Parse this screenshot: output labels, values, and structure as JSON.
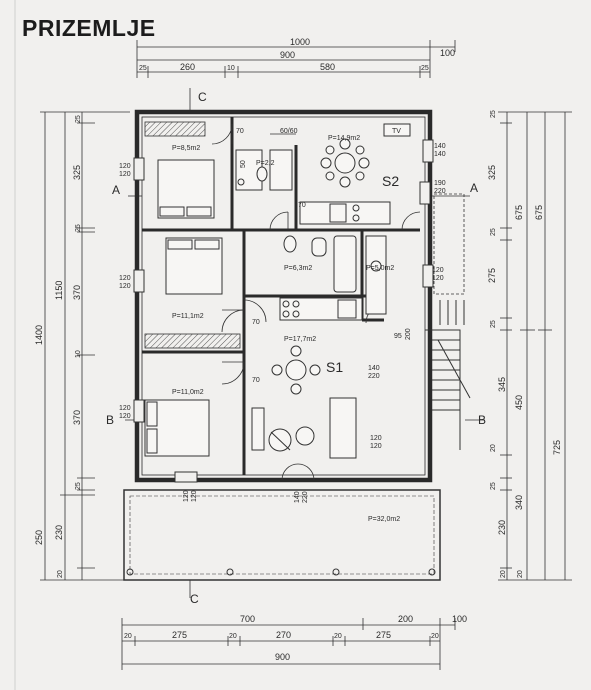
{
  "title": "PRIZEMLJE",
  "sections": {
    "a": "A",
    "b": "B",
    "c": "C",
    "s1": "S1",
    "s2": "S2"
  },
  "dims_top": {
    "total1": "1000",
    "total2": "900",
    "ext": "100",
    "d25a": "25",
    "d260": "260",
    "d10": "10",
    "d580": "580",
    "d25b": "25"
  },
  "dims_bottom": {
    "d700": "700",
    "d200": "200",
    "d100": "100",
    "d20a": "20",
    "d275a": "275",
    "d20b": "20",
    "d270": "270",
    "d20c": "20",
    "d275b": "275",
    "d20d": "20",
    "total": "900"
  },
  "dims_left": {
    "d1400": "1400",
    "d1150": "1150",
    "d250": "250",
    "d25a": "25",
    "d325": "325",
    "d25b": "25",
    "d370a": "370",
    "d10": "10",
    "d370b": "370",
    "d25c": "25",
    "d230": "230",
    "d20": "20"
  },
  "dims_right": {
    "d25a": "25",
    "d325": "325",
    "d675a": "675",
    "d675b": "675",
    "d25b": "25",
    "d275": "275",
    "d25c": "25",
    "d450": "450",
    "d345": "345",
    "d725": "725",
    "d20a": "20",
    "d25d": "25",
    "d340": "340",
    "d230": "230",
    "d20b": "20",
    "d20c": "20"
  },
  "rooms": {
    "bed1": "P=8,5m2",
    "s2": "P=14,9m2",
    "wc": "P=2,2",
    "bath": "P=6,3m2",
    "util": "P=5,0m2",
    "bed2": "P=11,1m2",
    "hall": "P=17,7m2",
    "bed3": "P=11,0m2",
    "terrace": "P=32,0m2"
  },
  "openings": {
    "w1": "120",
    "w1b": "120",
    "d70a": "70",
    "d70b": "70",
    "d70c": "70",
    "d70d": "70",
    "w2": "120",
    "w2b": "120",
    "w3": "120",
    "w3b": "120",
    "w4": "120",
    "w4b": "120",
    "w5": "120",
    "w5b": "120",
    "w6": "120",
    "w6b": "120",
    "k1": "140",
    "k1b": "140",
    "k2": "190",
    "k2b": "220",
    "k3": "140",
    "k3b": "220",
    "k4": "140",
    "k4b": "220",
    "d95": "95",
    "d200": "200",
    "d50": "50",
    "d60": "60/60",
    "tv": "TV"
  },
  "colors": {
    "wall": "#2a2a2a",
    "line": "#3a3a3a",
    "paper": "#f1f0ee"
  }
}
